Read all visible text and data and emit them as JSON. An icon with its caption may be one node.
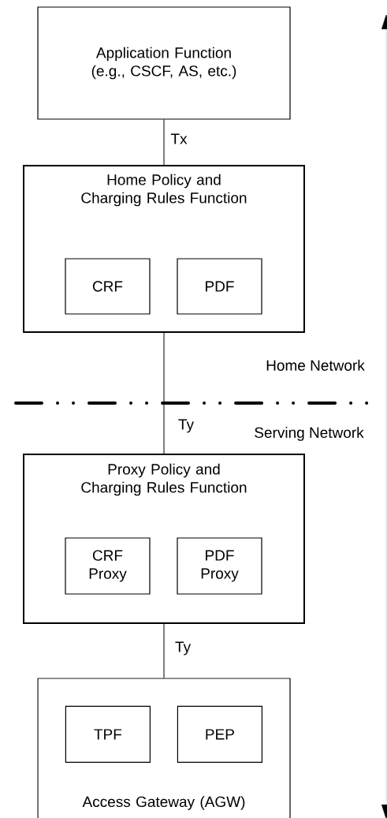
{
  "diagram": {
    "nodes": [
      {
        "text": [
          "Application Function (e.g., CSCF, AS, etc.)"
        ]
      },
      {
        "text": [
          "Home Policy and Charging Rules Function"
        ]
      },
      {
        "text": [
          "CRF"
        ],
        "in": 1
      },
      {
        "text": [
          "PDF"
        ],
        "in": 1
      },
      {
        "text": [
          "Proxy Policy and Charging Rules Function"
        ]
      },
      {
        "text": [
          "CRF Proxy"
        ],
        "in": 4
      },
      {
        "text": [
          "PDF Proxy"
        ],
        "in": 4
      },
      {
        "text": [
          "Access Gateway (AGW)"
        ]
      },
      {
        "text": [
          "TPF"
        ],
        "in": 7
      },
      {
        "text": [
          "PEP"
        ],
        "in": 7
      }
    ],
    "edges": [
      {
        "from": 0,
        "to": 1,
        "arrow": "none",
        "label": "Tx"
      },
      {
        "from": 1,
        "to": 4,
        "arrow": "none",
        "label": "Ty"
      },
      {
        "from": 4,
        "to": 7,
        "arrow": "none",
        "label": "Ty"
      }
    ],
    "labels": [
      "Home Network",
      "Serving Network"
    ]
  }
}
